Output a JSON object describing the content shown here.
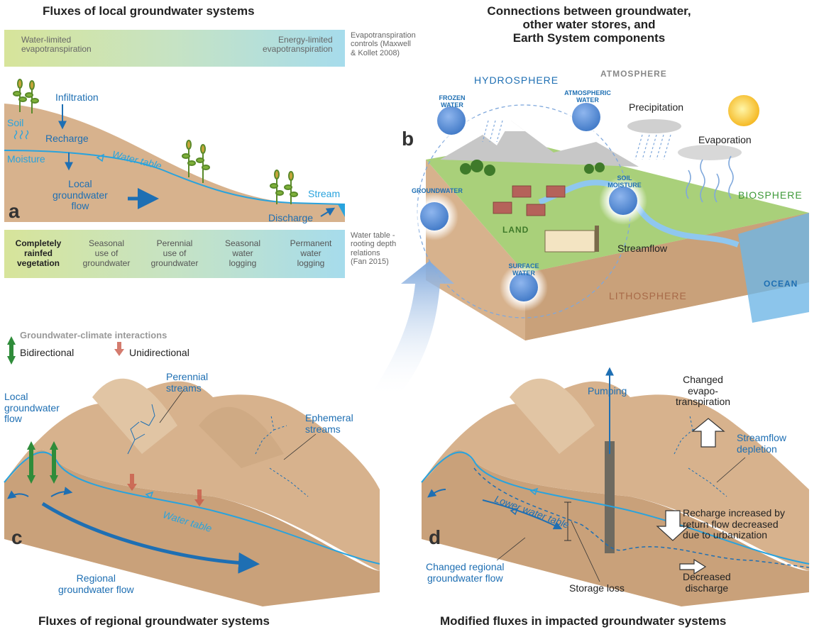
{
  "panel_a": {
    "title": "Fluxes of local groundwater systems",
    "letter": "a",
    "et_band": {
      "left_label": "Water-limited\nevapotranspiration",
      "right_label": "Energy-limited\nevapotranspiration",
      "note": "Evapotranspiration\ncontrols (Maxwell\n& Kollet 2008)"
    },
    "labels": {
      "infiltration": "Infiltration",
      "soil": "Soil",
      "moisture": "Moisture",
      "recharge": "Recharge",
      "water_table": "Water table",
      "local_flow": "Local\ngroundwater\nflow",
      "stream": "Stream",
      "discharge": "Discharge"
    },
    "rooting_band": {
      "cells": [
        "Completely\nrainfed\nvegetation",
        "Seasonal\nuse of\ngroundwater",
        "Perennial\nuse of\ngroundwater",
        "Seasonal\nwater\nlogging",
        "Permanent\nwater\nlogging"
      ],
      "note": "Water table -\nrooting depth\nrelations\n(Fan 2015)"
    }
  },
  "panel_b": {
    "title": "Connections between groundwater,\nother water stores, and\nEarth System components",
    "letter": "b",
    "spheres": {
      "hydrosphere": "HYDROSPHERE",
      "atmosphere": "ATMOSPHERE",
      "biosphere": "BIOSPHERE",
      "lithosphere": "LITHOSPHERE",
      "ocean": "OCEAN",
      "land": "LAND"
    },
    "stores": {
      "frozen_water": "FROZEN WATER",
      "atmospheric_water": "ATMOSPHERIC WATER",
      "groundwater": "GROUNDWATER",
      "soil_moisture": "SOIL MOISTURE",
      "surface_water": "SURFACE WATER"
    },
    "labels": {
      "precipitation": "Precipitation",
      "evaporation": "Evaporation",
      "streamflow": "Streamflow"
    }
  },
  "panel_c": {
    "title": "Fluxes of regional groundwater systems",
    "letter": "c",
    "legend": {
      "heading": "Groundwater-climate interactions",
      "bidirectional": "Bidirectional",
      "unidirectional": "Unidirectional"
    },
    "labels": {
      "local_flow": "Local\ngroundwater\nflow",
      "perennial": "Perennial\nstreams",
      "ephemeral": "Ephemeral\nstreams",
      "water_table": "Water table",
      "regional_flow": "Regional\ngroundwater flow"
    }
  },
  "panel_d": {
    "title": "Modified fluxes in impacted groundwater systems",
    "letter": "d",
    "labels": {
      "pumping": "Pumping",
      "changed_et": "Changed\nevapo-\ntranspiration",
      "streamflow_depletion": "Streamflow\ndepletion",
      "lower_wt": "Lower water table",
      "recharge_change": "Recharge increased by\nreturn flow decreased\ndue to urbanization",
      "changed_regional": "Changed regional\ngroundwater flow",
      "storage_loss": "Storage loss",
      "decreased_discharge": "Decreased\ndischarge"
    }
  },
  "colors": {
    "soil": "#d7b28d",
    "soil_dark": "#b38a63",
    "water": "#29a3dd",
    "label_blue": "#1e6fb3",
    "green_arrow": "#2f8c3a",
    "red_arrow": "#c95a4a",
    "grass": "#9bc76a"
  }
}
